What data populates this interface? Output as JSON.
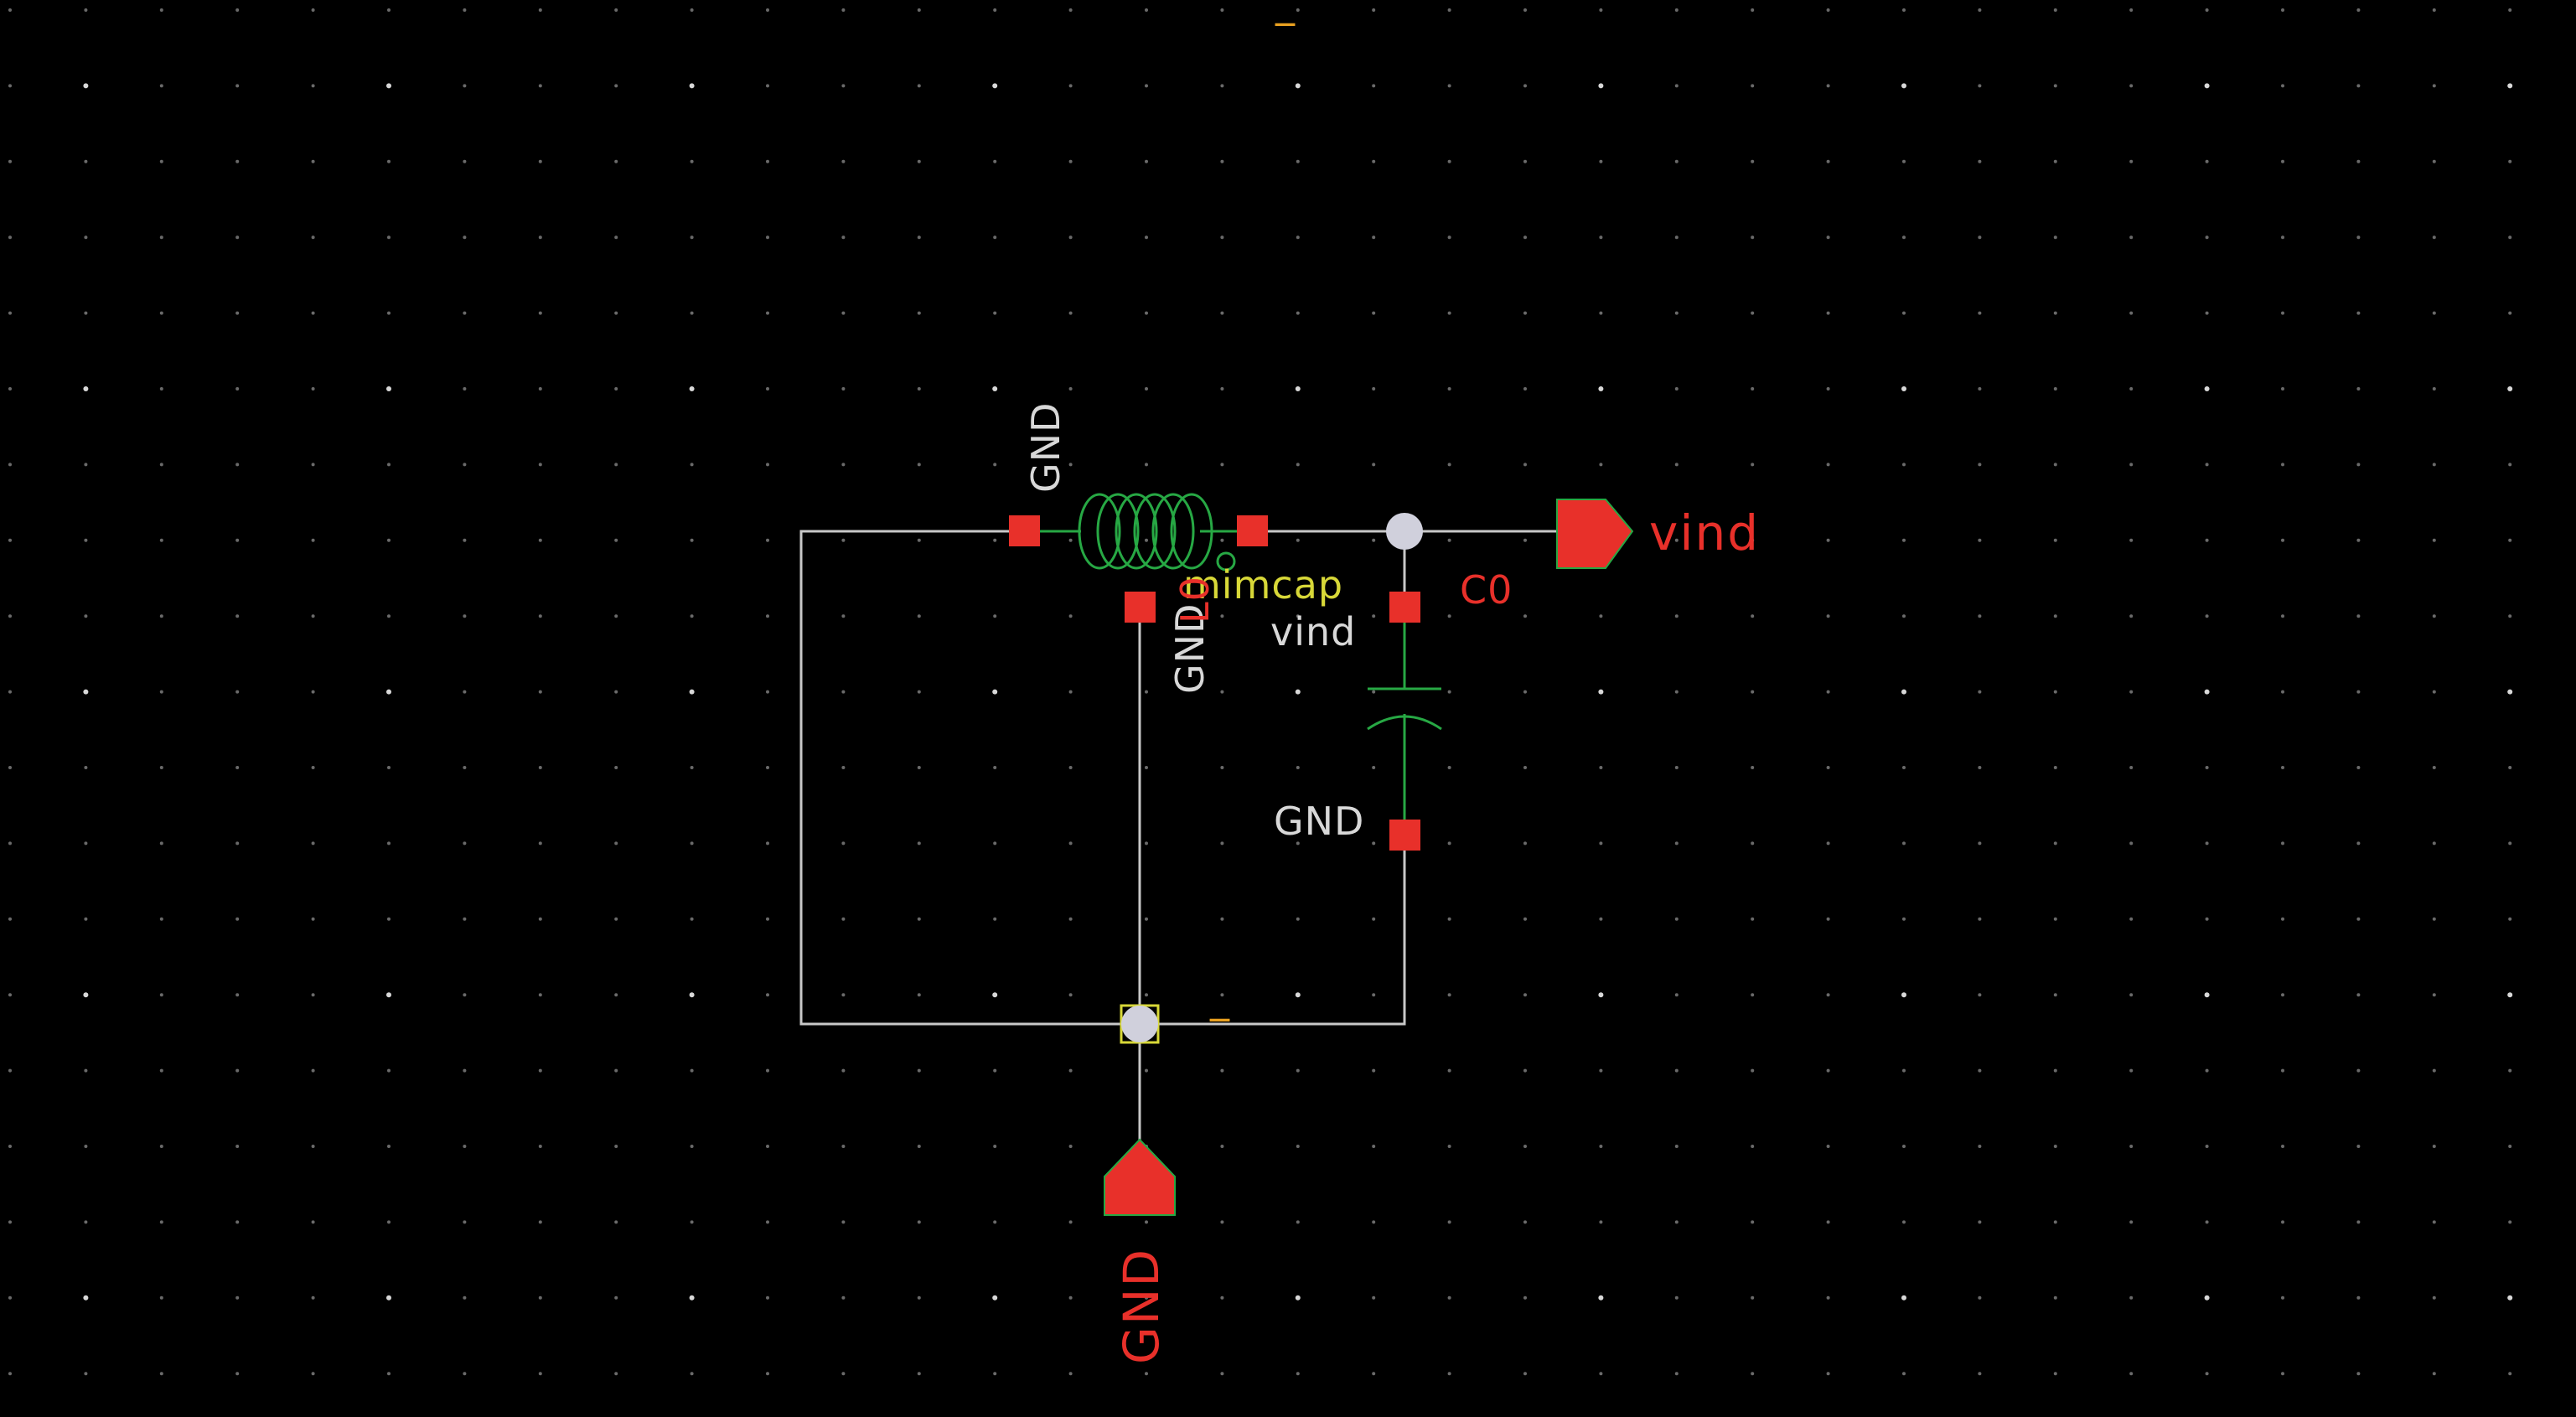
{
  "colors": {
    "background": "#000000",
    "grid_dot": "#6a6a6a",
    "grid_dot_major": "#d8d8d8",
    "wire": "#c8c8c8",
    "device": "#27a844",
    "pin": "#e8302a",
    "pin_label": "#e8302a",
    "net_label": "#d8d8d8",
    "instance_label": "#e8302a",
    "device_name": "#d8d838",
    "junction": "#d0d0dc"
  },
  "top_marker": "_",
  "net_labels": {
    "inductor_left": "GND",
    "inductor_bottom": "GND",
    "cap_top": "vind",
    "cap_bottom": "GND"
  },
  "device_labels": {
    "inductor_instance": "L0",
    "capacitor_cell": "mimcap",
    "capacitor_instance": "C0"
  },
  "pins": {
    "output_pin": "vind",
    "ground_pin": "GND"
  },
  "wire_marker": "_",
  "icons": {
    "inductor": "inductor-coil-icon",
    "capacitor": "capacitor-icon",
    "output_pin": "output-pin-icon",
    "ground_pin": "input-pin-icon"
  }
}
